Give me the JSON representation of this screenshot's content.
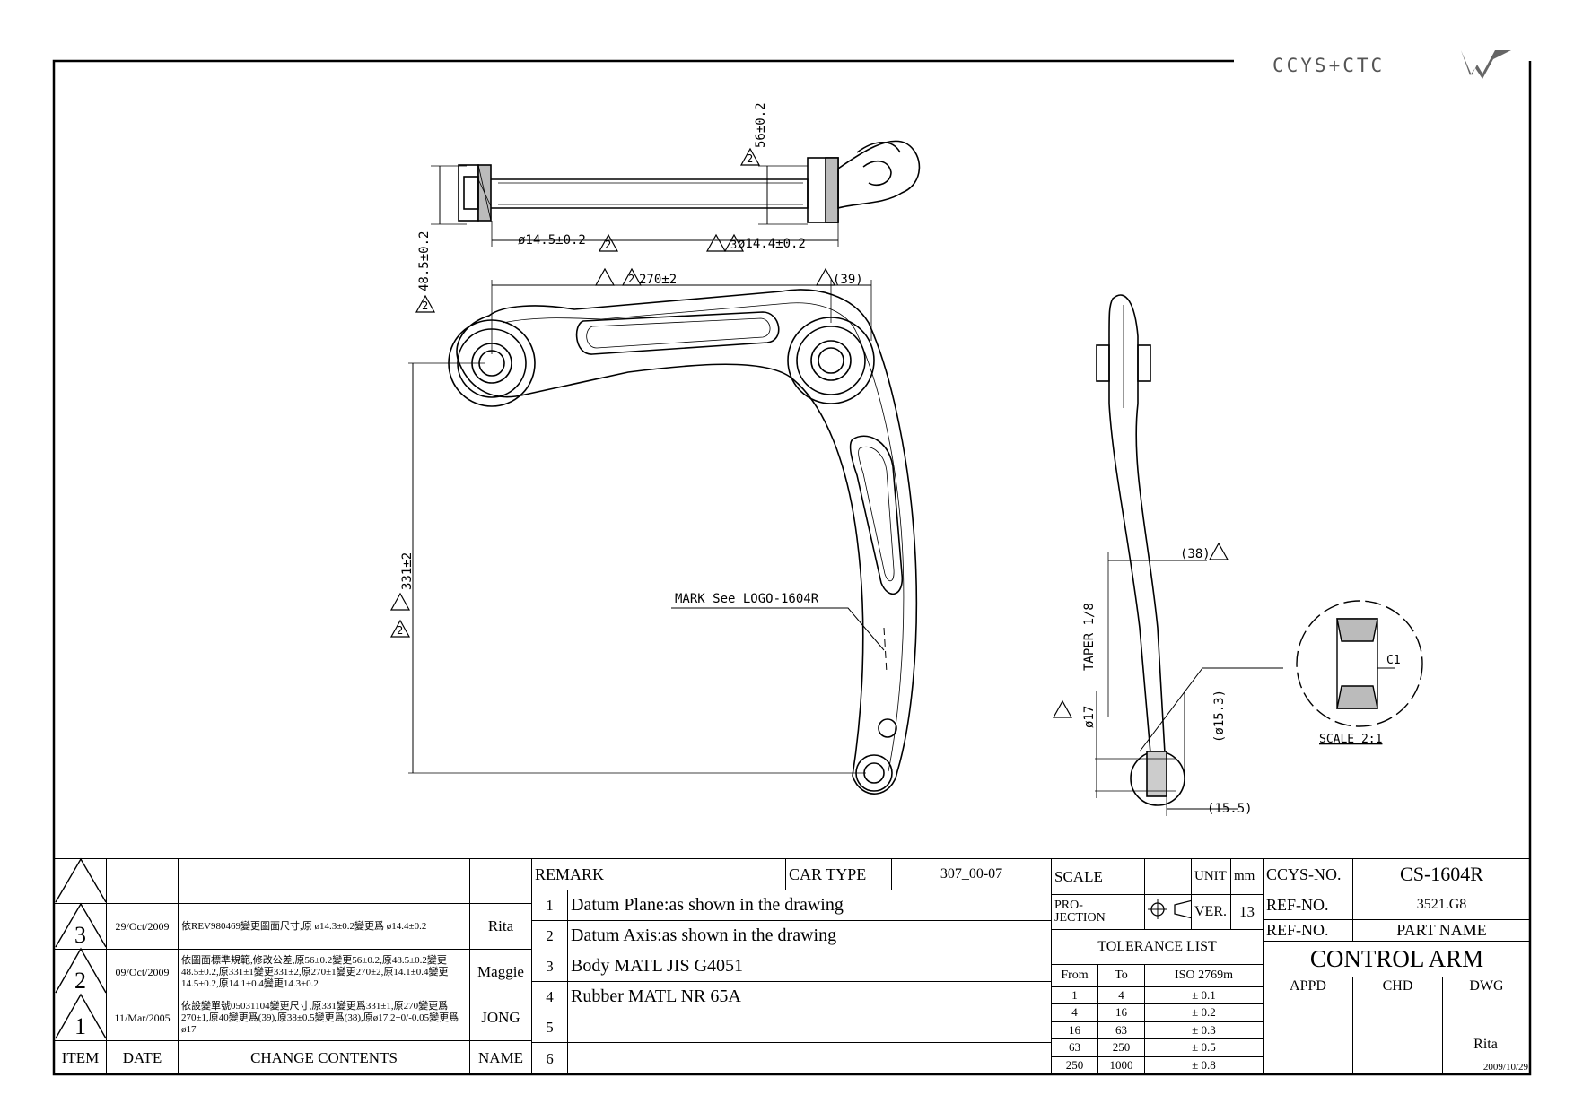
{
  "logo": {
    "text": "CCYS+CTC"
  },
  "dimensions": {
    "top_56": "56±0.2",
    "top_48_5": "48.5±0.2",
    "top_d14_5": "ø14.5±0.2",
    "top_d14_4": "ø14.4±0.2",
    "front_270": "270±2",
    "front_39": "(39)",
    "front_331": "331±2",
    "mark_note": "MARK See LOGO-1604R",
    "side_38": "(38)",
    "side_taper": "TAPER 1/8",
    "side_d17": "ø17",
    "side_d15_3": "(ø15.3)",
    "side_15_5": "(15.5)",
    "detail_c1": "C1",
    "detail_scale": "SCALE 2:1",
    "rev_1": "1",
    "rev_2": "2",
    "rev_3": "3"
  },
  "revisions": {
    "header": {
      "item": "ITEM",
      "date": "DATE",
      "contents": "CHANGE CONTENTS",
      "name": "NAME"
    },
    "rows": [
      {
        "item": "3",
        "date": "29/Oct/2009",
        "contents": "依REV980469變更圖面尺寸,原 ø14.3±0.2變更爲 ø14.4±0.2",
        "name": "Rita"
      },
      {
        "item": "2",
        "date": "09/Oct/2009",
        "contents": "依圖面標準規範,修改公差,原56±0.2變更56±0.2,原48.5±0.2變更48.5±0.2,原331±1變更331±2,原270±1變更270±2,原14.1±0.4變更14.5±0.2,原14.1±0.4變更14.3±0.2",
        "name": "Maggie"
      },
      {
        "item": "1",
        "date": "11/Mar/2005",
        "contents": "依設變單號05031104變更尺寸,原331變更爲331±1,原270變更爲270±1,原40變更爲(39),原38±0.5變更爲(38),原ø17.2+0/-0.05變更爲 ø17",
        "name": "JONG"
      }
    ]
  },
  "remarks": {
    "header": "REMARK",
    "car_type_label": "CAR TYPE",
    "car_type_value": "307_00-07",
    "items": [
      {
        "no": "1",
        "text": "Datum Plane:as shown in the drawing"
      },
      {
        "no": "2",
        "text": "Datum Axis:as shown in the drawing"
      },
      {
        "no": "3",
        "text": "Body MATL JIS G4051"
      },
      {
        "no": "4",
        "text": "Rubber MATL NR 65A"
      },
      {
        "no": "5",
        "text": ""
      },
      {
        "no": "6",
        "text": ""
      }
    ]
  },
  "scale_block": {
    "scale_label": "SCALE",
    "unit_label": "UNIT",
    "unit_value": "mm",
    "projection_label": "PRO-\nJECTION",
    "ver_label": "VER.",
    "ver_value": "13",
    "tolerance_title": "TOLERANCE LIST",
    "tol_header": {
      "from": "From",
      "to": "To",
      "iso": "ISO 2769m"
    },
    "tol_rows": [
      {
        "from": "1",
        "to": "4",
        "tol": "± 0.1"
      },
      {
        "from": "4",
        "to": "16",
        "tol": "± 0.2"
      },
      {
        "from": "16",
        "to": "63",
        "tol": "± 0.3"
      },
      {
        "from": "63",
        "to": "250",
        "tol": "± 0.5"
      },
      {
        "from": "250",
        "to": "1000",
        "tol": "± 0.8"
      }
    ]
  },
  "info_block": {
    "ccys_label": "CCYS-NO.",
    "ccys_value": "CS-1604R",
    "ref1_label": "REF-NO.",
    "ref1_value": "3521.G8",
    "ref2_label": "REF-NO.",
    "ref2_value": "",
    "part_name_label": "PART NAME",
    "part_name_value": "CONTROL ARM",
    "appd_label": "APPD",
    "chd_label": "CHD",
    "dwg_label": "DWG",
    "dwg_name": "Rita",
    "dwg_date": "2009/10/29"
  }
}
